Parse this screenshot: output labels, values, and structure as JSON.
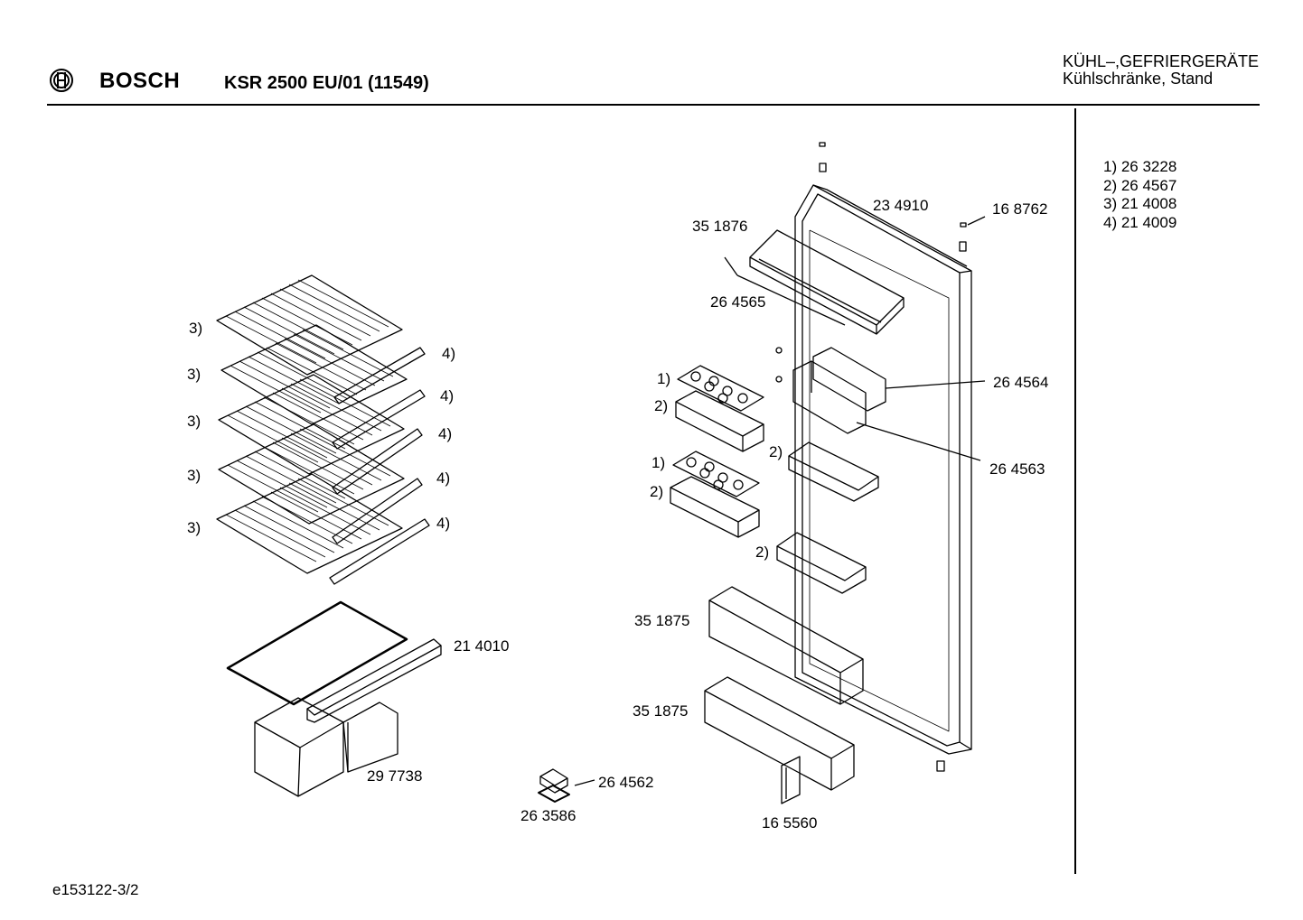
{
  "header": {
    "brand": "BOSCH",
    "model": "KSR 2500 EU/01 (11549)",
    "category_line1": "KÜHL–,GEFRIERGERÄTE",
    "category_line2": "Kühlschränke, Stand"
  },
  "footer": {
    "doc_id": "e153122-3/2"
  },
  "legend": [
    {
      "text": "1) 26 3228"
    },
    {
      "text": "2) 26 4567"
    },
    {
      "text": "3) 21 4008"
    },
    {
      "text": "4) 21 4009"
    }
  ],
  "labels": {
    "door": "23 4910",
    "hinge": "16 8762",
    "top_shelf": "35 1876",
    "strip": "26 4565",
    "butter_box": "26 4564",
    "butter_lid": "26 4563",
    "bottle_shelf_upper": "35 1875",
    "bottle_shelf_lower": "35 1875",
    "stopper": "16 5560",
    "glass_shelf_strip": "21 4010",
    "crisper": "29 7738",
    "small_part": "26 4562",
    "small_part_base": "26 3586",
    "egg_tray_1": "1)",
    "egg_tray_2": "1)",
    "egg_shelf_1": "2)",
    "egg_shelf_2": "2)",
    "door_shelf_mid": "2)",
    "door_shelf_low": "2)",
    "wire_shelf_1": "3)",
    "wire_shelf_2": "3)",
    "wire_shelf_3": "3)",
    "wire_shelf_4": "3)",
    "wire_shelf_5": "3)",
    "shelf_strip_1": "4)",
    "shelf_strip_2": "4)",
    "shelf_strip_3": "4)",
    "shelf_strip_4": "4)",
    "shelf_strip_5": "4)"
  },
  "icons": {
    "logo": "bosch-logo-icon"
  }
}
